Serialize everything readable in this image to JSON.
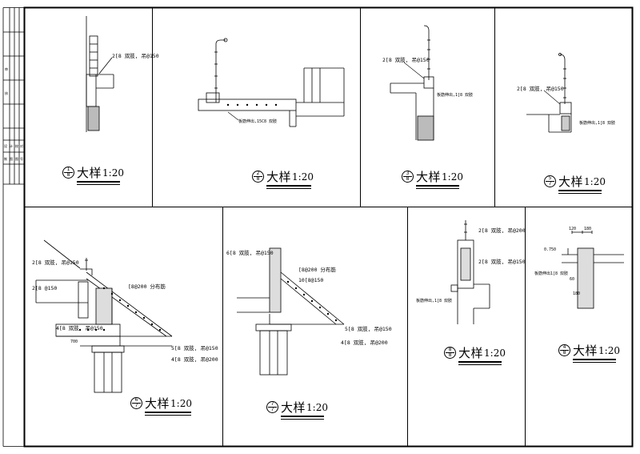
{
  "title_block": {
    "labels": [
      "审",
      "核",
      "设",
      "计",
      "校",
      "对",
      "制",
      "图",
      "图",
      "号",
      "日",
      "期"
    ]
  },
  "details": [
    {
      "id": "d1",
      "symbol_num": "1",
      "symbol_den": "8",
      "title": "大样",
      "scale": "1:20",
      "notes": [
        "2[8 双肢, 吊@150"
      ]
    },
    {
      "id": "d2",
      "symbol_num": "2",
      "symbol_den": "8",
      "title": "大样",
      "scale": "1:20",
      "notes": [
        "板筋伸出,15C8 双肢"
      ]
    },
    {
      "id": "d3",
      "symbol_num": "3",
      "symbol_den": "8",
      "title": "大样",
      "scale": "1:20",
      "notes": [
        "2[8 双肢, 吊@150",
        "板筋伸出,1[8 双肢"
      ]
    },
    {
      "id": "d4",
      "symbol_num": "5",
      "symbol_den": "7",
      "title": "大样",
      "scale": "1:20",
      "notes": [
        "2[8 双肢, 吊@150",
        "板筋伸出,1[8 双肢"
      ]
    },
    {
      "id": "d5",
      "symbol_num": "6",
      "symbol_den": "7",
      "title": "大样",
      "scale": "1:20",
      "notes": [
        "2[8 双肢, 吊@150",
        "2[8 @150",
        "[8@200 分布筋",
        "4[8 双肢, 吊@150",
        "5[8 双肢, 吊@150",
        "4[8 双肢, 吊@200",
        "700"
      ]
    },
    {
      "id": "d6",
      "symbol_num": "7",
      "symbol_den": "7",
      "title": "大样",
      "scale": "1:20",
      "notes": [
        "6[8 双肢, 吊@150",
        "[8@200 分布筋",
        "10[8@150",
        "5[8 双肢, 吊@150",
        "4[8 双肢, 吊@200"
      ]
    },
    {
      "id": "d7",
      "symbol_num": "8",
      "symbol_den": "8",
      "title": "大样",
      "scale": "1:20",
      "notes": [
        "2[8 双肢, 吊@200",
        "2[8 双肢, 吊@150",
        "板筋伸出,1[8 双肢"
      ]
    },
    {
      "id": "d8",
      "symbol_num": "4",
      "symbol_den": "8",
      "title": "大样",
      "scale": "1:20",
      "notes": [
        "120",
        "180",
        "0.750",
        "板筋伸出1[8 双肢",
        "60",
        "180"
      ]
    }
  ]
}
